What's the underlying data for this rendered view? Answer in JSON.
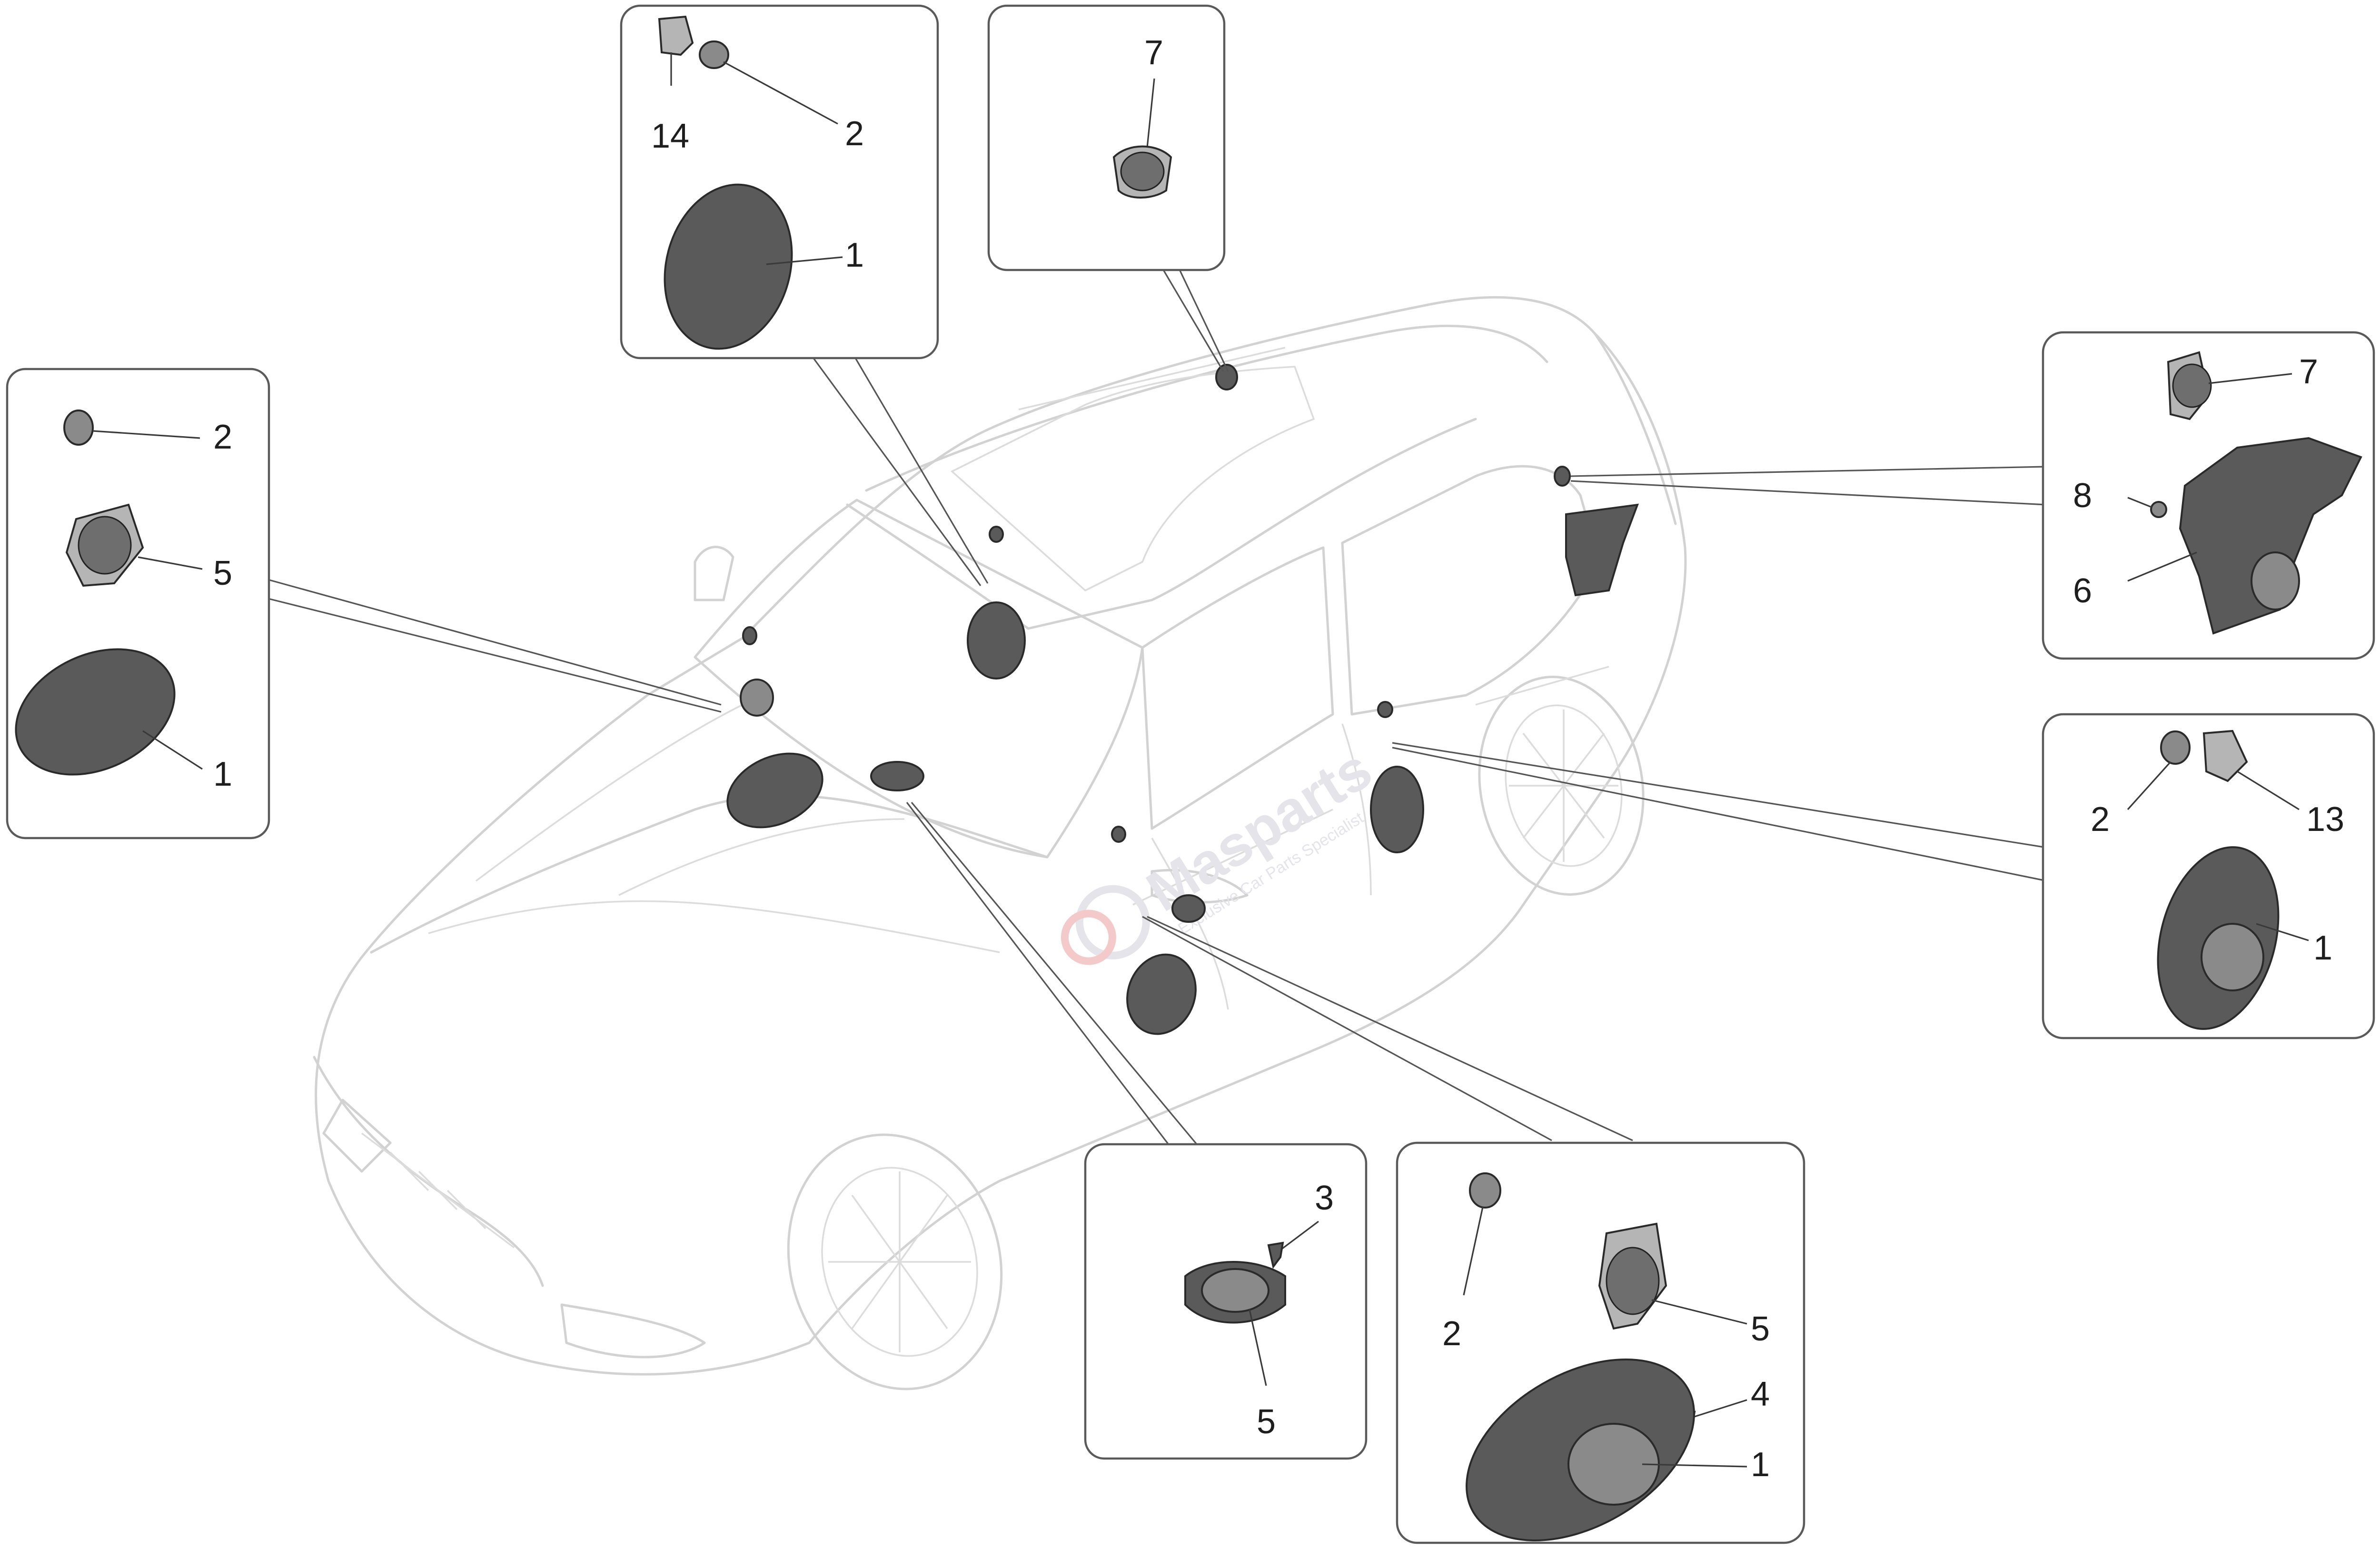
{
  "diagram": {
    "watermark": {
      "brand": "Masparts",
      "tagline": "Exclusive Car Parts Specialist",
      "color": "#e4e4ea",
      "accent": "#f4c9c9"
    },
    "panels": {
      "left_front": {
        "labels": [
          "2",
          "5",
          "1"
        ]
      },
      "dash_top": {
        "labels": [
          "14",
          "2",
          "1"
        ]
      },
      "roof": {
        "labels": [
          "7"
        ]
      },
      "rear_pillar": {
        "labels": [
          "7",
          "8",
          "6"
        ]
      },
      "rear_door": {
        "labels": [
          "2",
          "13",
          "1"
        ]
      },
      "center": {
        "labels": [
          "3",
          "5"
        ]
      },
      "front_door": {
        "labels": [
          "2",
          "5",
          "4",
          "1"
        ]
      }
    }
  }
}
